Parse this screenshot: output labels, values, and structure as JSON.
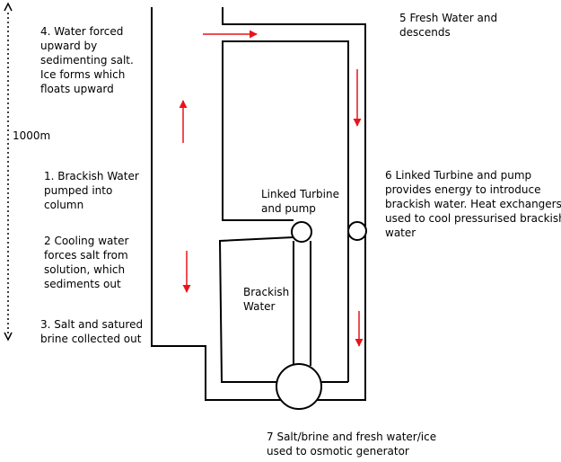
{
  "depth_label": "1000m",
  "steps": {
    "step4": "4. Water forced\nupward by\nsedimenting salt.\nIce forms which\nfloats upward",
    "step1": "1. Brackish Water\npumped into\ncolumn",
    "step2": "2 Cooling water\nforces salt from\nsolution, which\nsediments out",
    "step3": "3. Salt and satured\nbrine collected out",
    "step5": "5 Fresh Water and\ndescends",
    "step6": "6 Linked Turbine and pump\nprovides energy to introduce\nbrackish water. Heat exchangers\nused to cool pressurised brackish\nwater",
    "step7": "7 Salt/brine and fresh water/ice\nused to osmotic generator"
  },
  "turbine_label": "Linked Turbine\nand pump",
  "brackish_label": "Brackish\nWater",
  "colors": {
    "line": "#000000",
    "arrow": "#e8141a"
  }
}
